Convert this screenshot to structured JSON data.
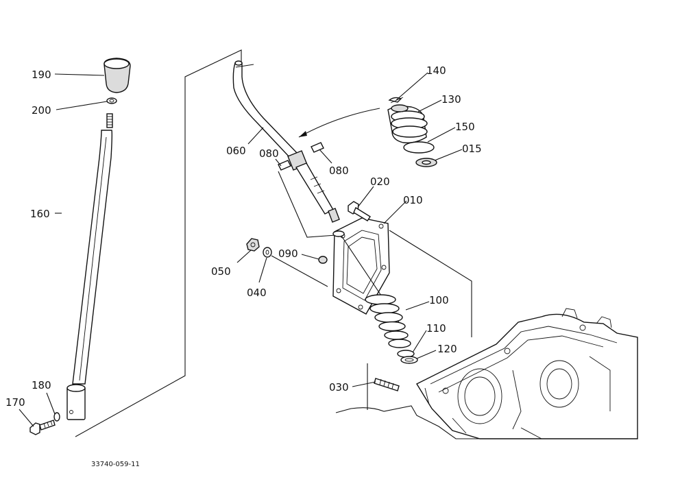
{
  "labels": {
    "p190": "190",
    "p200": "200",
    "p160": "160",
    "p180": "180",
    "p170": "170",
    "p060": "060",
    "p080a": "080",
    "p080b": "080",
    "p020": "020",
    "p010": "010",
    "p050": "050",
    "p040": "040",
    "p090": "090",
    "p140": "140",
    "p130": "130",
    "p150": "150",
    "p015": "015",
    "p100": "100",
    "p110": "110",
    "p120": "120",
    "p030": "030"
  },
  "drawing_code": "33740-059-11"
}
